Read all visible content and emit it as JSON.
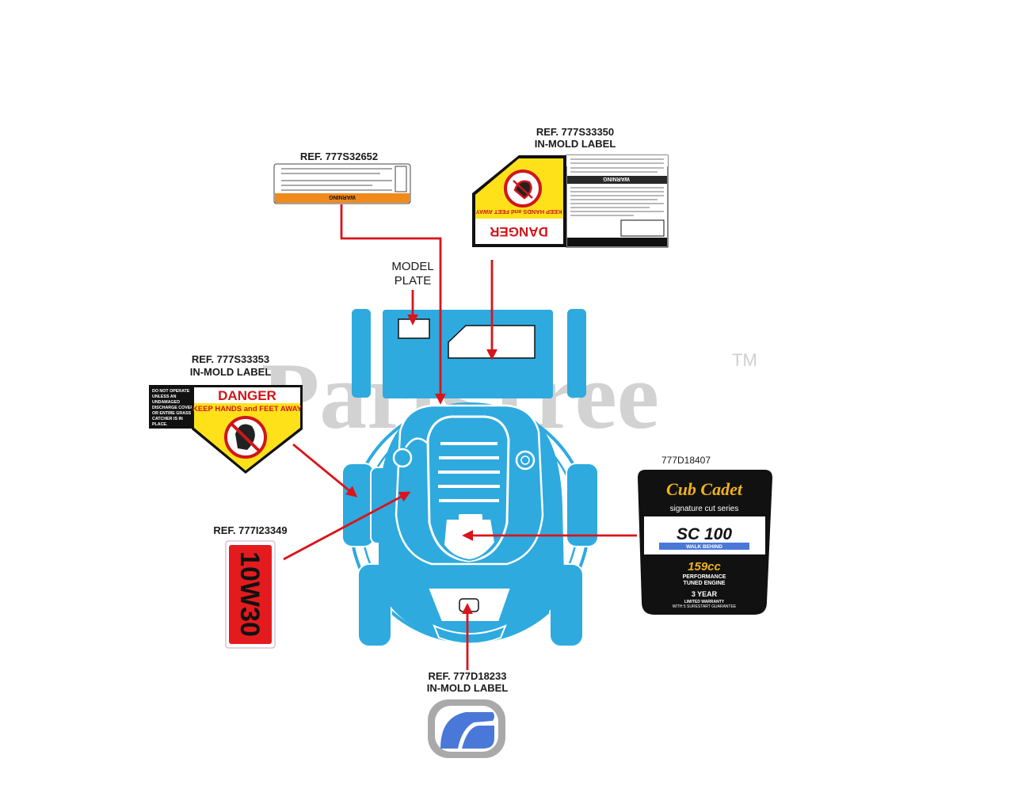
{
  "watermark": {
    "text": "PartsTree",
    "trademark": "TM"
  },
  "callouts": {
    "warning_label": {
      "ref": "REF. 777S32652",
      "warning_word": "WARNING"
    },
    "danger_top": {
      "ref": "REF. 777S33350",
      "type": "IN-MOLD LABEL",
      "danger_word": "DANGER",
      "danger_sub": "KEEP HANDS and FEET AWAY",
      "warning_word": "WARNING"
    },
    "model_plate": {
      "line1": "MODEL",
      "line2": "PLATE"
    },
    "danger_left": {
      "ref": "REF. 777S33353",
      "type": "IN-MOLD LABEL",
      "danger_word": "DANGER",
      "danger_sub": "KEEP HANDS and FEET AWAY",
      "notice": [
        "DO NOT OPERATE",
        "UNLESS AN",
        "UNDAMAGED",
        "DISCHARGE COVER",
        "OR ENTIRE GRASS",
        "CATCHER IS IN",
        "PLACE."
      ]
    },
    "oil_label": {
      "ref": "REF. 777I23349",
      "text": "10W30"
    },
    "decal": {
      "ref": "777D18407",
      "brand": "Cub Cadet",
      "series": "signature cut series",
      "model": "SC 100",
      "subtitle": "WALK BEHIND",
      "engine_cc": "159cc",
      "engine_line1": "PERFORMANCE",
      "engine_line2": "TUNED ENGINE",
      "warranty_line1": "3 YEAR",
      "warranty_line2": "LIMITED WARRANTY",
      "warranty_line3": "WITH 5 SURESTART GUARANTEE"
    },
    "badge": {
      "ref": "REF. 777D18233",
      "type": "IN-MOLD LABEL"
    }
  },
  "colors": {
    "mower_blue": "#2eaadf",
    "arrow_red": "#d9141b",
    "danger_yellow": "#ffe11a",
    "warning_orange": "#f08a1c",
    "decal_blue": "#4a78d8"
  }
}
